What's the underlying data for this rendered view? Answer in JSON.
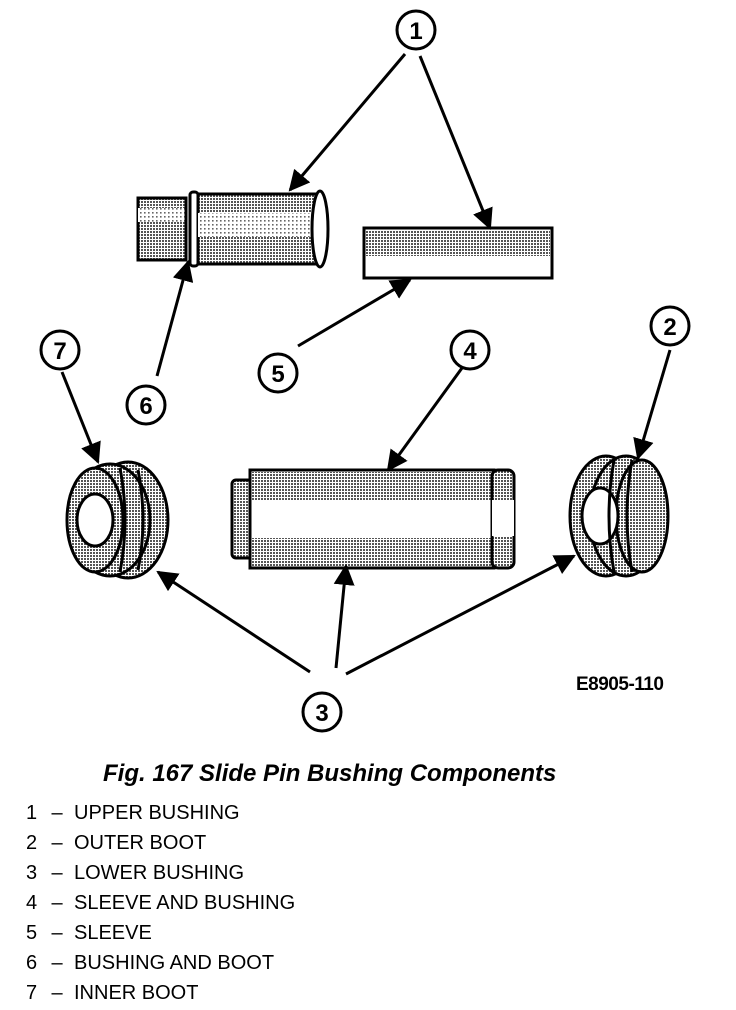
{
  "figure": {
    "code": "E8905-110",
    "caption": "Fig. 167 Slide Pin Bushing Components",
    "callouts": [
      "1",
      "2",
      "3",
      "4",
      "5",
      "6",
      "7"
    ],
    "legend": [
      {
        "number": "1",
        "label": "UPPER BUSHING"
      },
      {
        "number": "2",
        "label": "OUTER BOOT"
      },
      {
        "number": "3",
        "label": "LOWER BUSHING"
      },
      {
        "number": "4",
        "label": "SLEEVE AND BUSHING"
      },
      {
        "number": "5",
        "label": "SLEEVE"
      },
      {
        "number": "6",
        "label": "BUSHING AND BOOT"
      },
      {
        "number": "7",
        "label": "INNER BOOT"
      }
    ]
  }
}
